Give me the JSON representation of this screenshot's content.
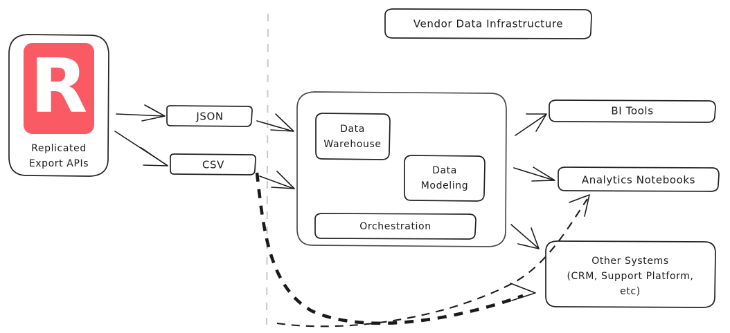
{
  "diagram": {
    "title_box": {
      "label": "Vendor Data Infrastructure"
    },
    "source": {
      "logo_letter": "R",
      "logo_color": "#fa5a64",
      "label_line1": "Replicated",
      "label_line2": "Export APIs"
    },
    "formats": [
      {
        "id": "json",
        "label": "JSON"
      },
      {
        "id": "csv",
        "label": "CSV"
      }
    ],
    "vendor_infra": {
      "children": [
        {
          "id": "data-warehouse",
          "label_line1": "Data",
          "label_line2": "Warehouse"
        },
        {
          "id": "data-modeling",
          "label_line1": "Data",
          "label_line2": "Modeling"
        },
        {
          "id": "orchestration",
          "label_line1": "Orchestration",
          "label_line2": ""
        }
      ]
    },
    "consumers": [
      {
        "id": "bi-tools",
        "label_line1": "BI Tools",
        "label_line2": "",
        "label_line3": ""
      },
      {
        "id": "analytics-notebooks",
        "label_line1": "Analytics Notebooks",
        "label_line2": "",
        "label_line3": ""
      },
      {
        "id": "other-systems",
        "label_line1": "Other Systems",
        "label_line2": "(CRM, Support Platform,",
        "label_line3": "etc)"
      }
    ],
    "colors": {
      "stroke": "#1a1a1a",
      "box_stroke": "#23211f",
      "divider": "#c6ccd2",
      "logo": "#fa5a64",
      "background": "#ffffff"
    }
  }
}
